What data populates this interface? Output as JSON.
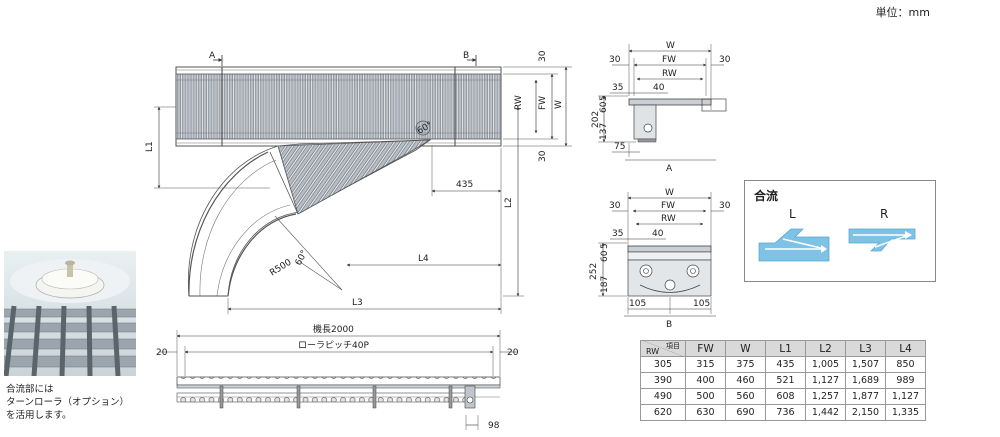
{
  "unit_label": "単位：mm",
  "plan_view": {
    "section_a": "A",
    "section_b": "B",
    "dim_30_top": "30",
    "dim_30_bottom": "30",
    "rw": "RW",
    "fw": "FW",
    "w": "W",
    "l1": "L1",
    "l2": "L2",
    "l3": "L3",
    "l4": "L4",
    "dim_435": "435",
    "angle_60_upper": "60°",
    "angle_60_lower": "60°",
    "radius": "R500"
  },
  "side_view": {
    "machine_length": "機長2000",
    "roller_pitch": "ローラピッチ40P",
    "dim_20_left": "20",
    "dim_20_right": "20",
    "dim_98": "98"
  },
  "section_a_view": {
    "label": "A",
    "w": "W",
    "fw": "FW",
    "rw": "RW",
    "dim_30_left": "30",
    "dim_30_right": "30",
    "dim_35": "35",
    "dim_40": "40",
    "dim_5": "5",
    "dim_60": "60",
    "dim_137": "137",
    "dim_202": "202",
    "dim_75": "75"
  },
  "section_b_view": {
    "label": "B",
    "w": "W",
    "fw": "FW",
    "rw": "RW",
    "dim_30_left": "30",
    "dim_30_right": "30",
    "dim_35": "35",
    "dim_40": "40",
    "dim_5": "5",
    "dim_60": "60",
    "dim_187": "187",
    "dim_252": "252",
    "dim_105_left": "105",
    "dim_105_right": "105"
  },
  "photo_note": [
    "合流部には",
    "ターンローラ（オプション）",
    "を活用します。"
  ],
  "merge_box": {
    "title": "合流",
    "left_label": "L",
    "right_label": "R",
    "accent_color": "#7ec3e6"
  },
  "spec_table": {
    "corner_item": "項目",
    "corner_rw": "RW",
    "headers": [
      "FW",
      "W",
      "L1",
      "L2",
      "L3",
      "L4"
    ],
    "rows": [
      [
        "305",
        "315",
        "375",
        "435",
        "1,005",
        "1,507",
        "850"
      ],
      [
        "390",
        "400",
        "460",
        "521",
        "1,127",
        "1,689",
        "989"
      ],
      [
        "490",
        "500",
        "560",
        "608",
        "1,257",
        "1,877",
        "1,127"
      ],
      [
        "620",
        "630",
        "690",
        "736",
        "1,442",
        "2,150",
        "1,335"
      ]
    ]
  }
}
